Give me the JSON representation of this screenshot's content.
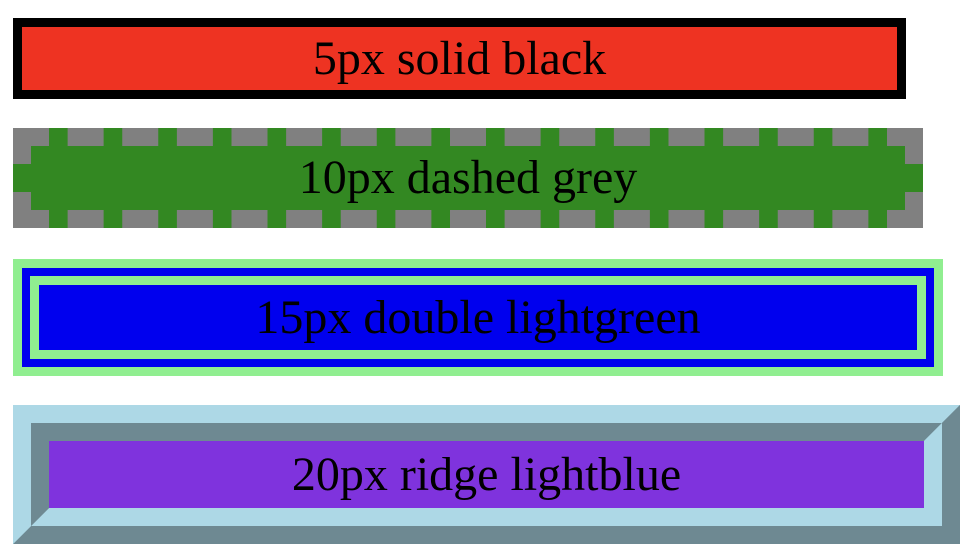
{
  "boxes": [
    {
      "label": "5px solid black",
      "border_style": "solid",
      "border_color": "#000000",
      "background": "#ee3322"
    },
    {
      "label": "10px dashed grey",
      "border_style": "dashed",
      "border_color": "#808080",
      "background": "#338822"
    },
    {
      "label": "15px double lightgreen",
      "border_style": "double",
      "border_color": "#90ee90",
      "background": "#0000ee"
    },
    {
      "label": "20px ridge lightblue",
      "border_style": "ridge",
      "border_color": "#add8e6",
      "background": "#7f33dd"
    }
  ]
}
